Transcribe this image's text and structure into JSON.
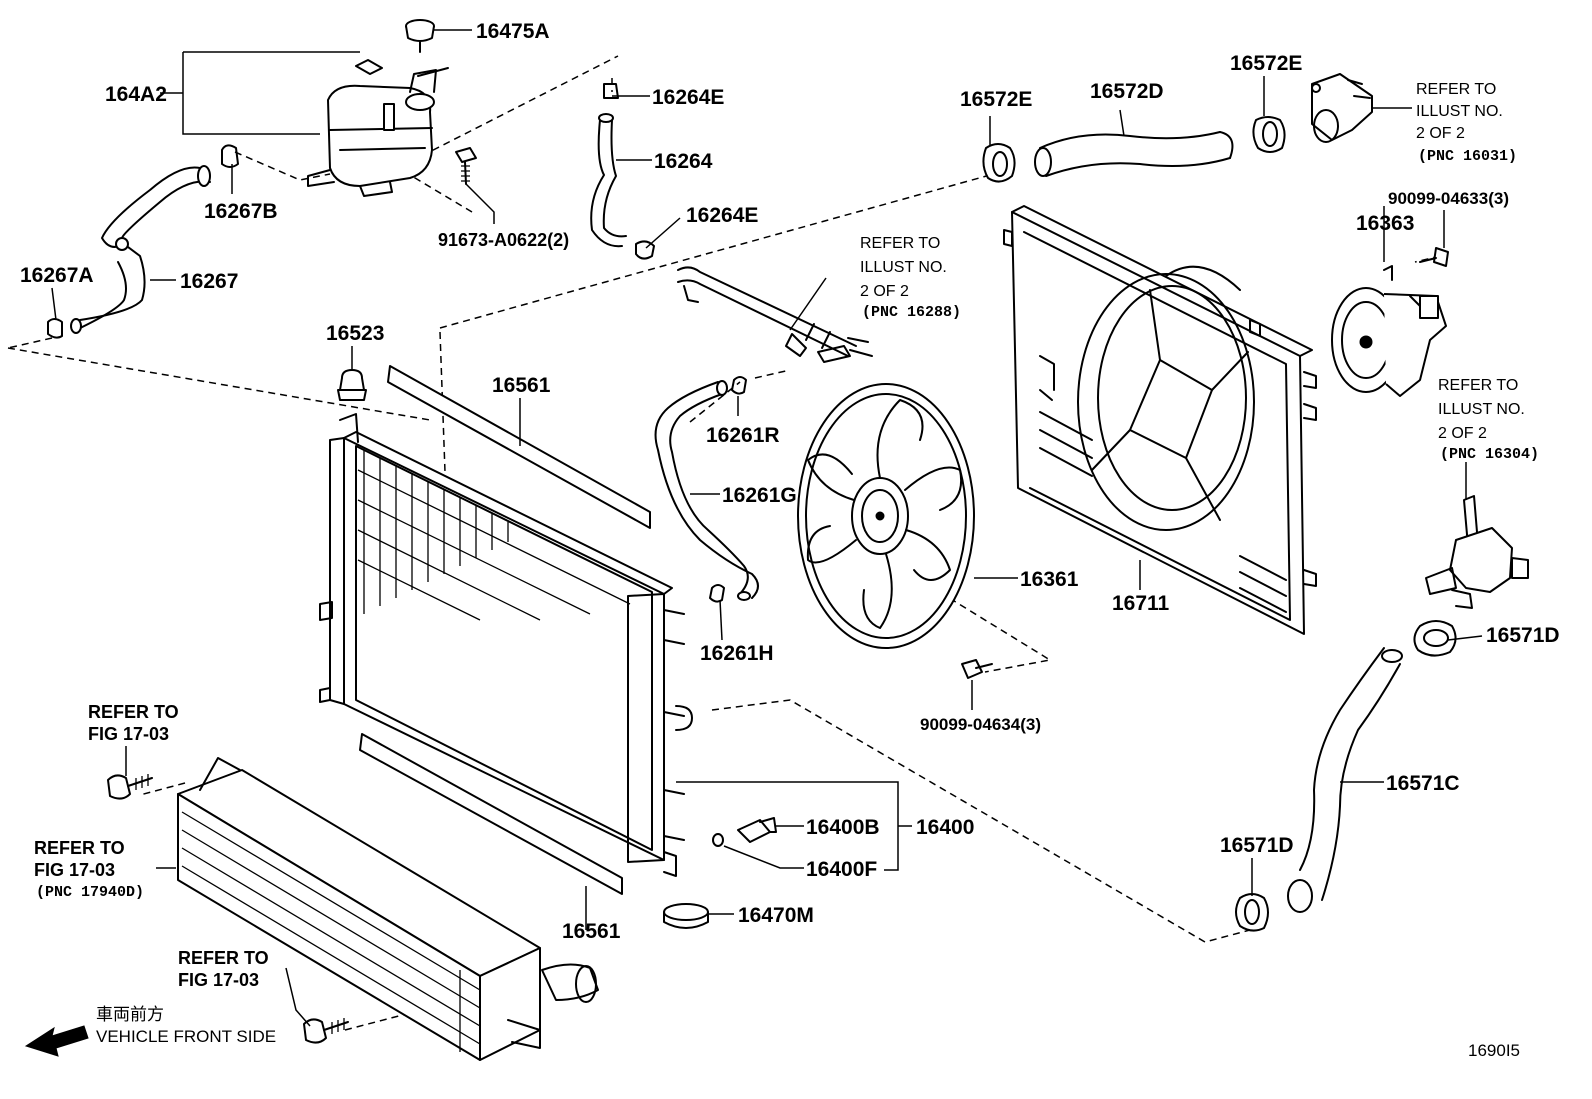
{
  "labels": {
    "p16475A": "16475A",
    "p164A2": "164A2",
    "p16264E_top": "16264E",
    "p16264": "16264",
    "p16264E_bot": "16264E",
    "p16267B": "16267B",
    "p91673": "91673-A0622(2)",
    "p16267A": "16267A",
    "p16267": "16267",
    "p16523": "16523",
    "p16561_top": "16561",
    "p16561_bot": "16561",
    "p16572E_left": "16572E",
    "p16572D": "16572D",
    "p16572E_right": "16572E",
    "p16261R": "16261R",
    "p16261G": "16261G",
    "p16261H": "16261H",
    "p16361": "16361",
    "p16711": "16711",
    "p16363": "16363",
    "p90099_04633": "90099-04633(3)",
    "p90099_04634": "90099-04634(3)",
    "p16571D_right": "16571D",
    "p16571C": "16571C",
    "p16571D_bot": "16571D",
    "p16400B": "16400B",
    "p16400": "16400",
    "p16400F": "16400F",
    "p16470M": "16470M"
  },
  "refs": {
    "ref_16031": {
      "l1": "REFER TO",
      "l2": "ILLUST NO.",
      "l3": "2 OF 2",
      "pnc": "(PNC 16031)"
    },
    "ref_16288": {
      "l1": "REFER TO",
      "l2": "ILLUST NO.",
      "l3": "2 OF 2",
      "pnc": "(PNC 16288)"
    },
    "ref_16304": {
      "l1": "REFER TO",
      "l2": "ILLUST NO.",
      "l3": "2 OF 2",
      "pnc": "(PNC 16304)"
    },
    "fig_a": {
      "l1": "REFER TO",
      "l2": "FIG 17-03"
    },
    "fig_b": {
      "l1": "REFER TO",
      "l2": "FIG 17-03",
      "pnc": "(PNC 17940D)"
    },
    "fig_c": {
      "l1": "REFER TO",
      "l2": "FIG 17-03"
    }
  },
  "orientation": {
    "jp": "車両前方",
    "en": "VEHICLE FRONT SIDE"
  },
  "illust_code": "1690I5"
}
